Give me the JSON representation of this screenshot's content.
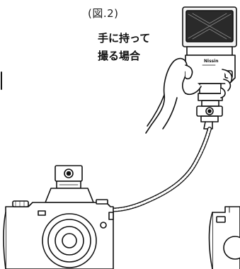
{
  "figure": {
    "label": "(図.2)",
    "caption_line1": "手に持って",
    "caption_line2": "撮る場合",
    "flash_brand": "Nissin"
  },
  "colors": {
    "line": "#111111",
    "background": "#ffffff",
    "fill_light": "#f2f2f2",
    "fill_dark": "#2a2a2a"
  }
}
